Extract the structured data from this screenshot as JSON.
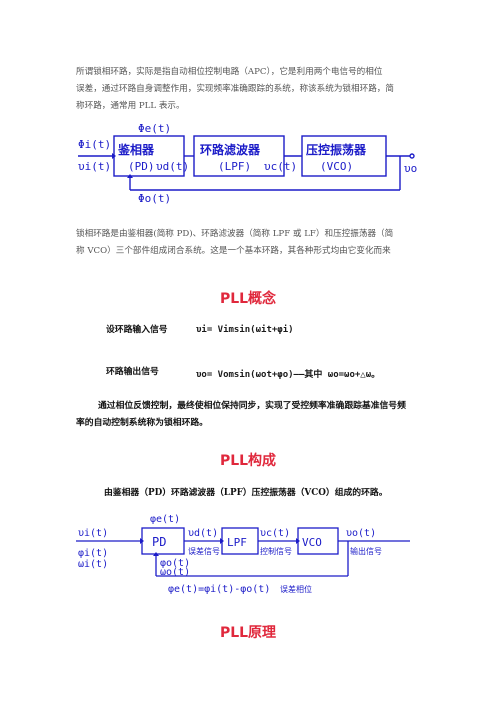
{
  "intro": {
    "line1": "所谓锁相环路，实际是指自动相位控制电路（APC），它是利用两个电信号的相位",
    "line2": "误差，通过环路自身调整作用，实现频率准确跟踪的系统，称该系统为锁相环路，简",
    "line3": "称环路，通常用 PLL 表示。"
  },
  "diagram1": {
    "in_phi": "Φi(t)",
    "in_v": "υi(t)",
    "top_phi": "Φe(t)",
    "pd_name": "鉴相器",
    "pd_abbr": "(PD)",
    "vd": "υd(t)",
    "lpf_name": "环路滤波器",
    "lpf_abbr": "(LPF)",
    "vc": "υc(t)",
    "vco_name": "压控振荡器",
    "vco_abbr": "(VCO)",
    "out_v": "υo",
    "fb_phi": "Φo(t)"
  },
  "desc": {
    "line1": "锁相环路是由鉴相器(简称 PD)、环路滤波器（简称 LPF 或 LF）和压控振荡器（简",
    "line2": "称 VCO）三个部件组成闭合系统。这是一个基本环路，其各种形式均由它变化而来"
  },
  "section1": {
    "title": "PLL概念",
    "input_label": "设环路输入信号",
    "input_formula": "υi= Vimsin(ωit+φi)",
    "output_label": "环路输出信号",
    "output_formula": "υo= Vomsin(ωot+φo)——其中 ωo=ωo+△ω。",
    "summary_line1": "通过相位反馈控制，最终使相位保持同步，实现了受控频率准确跟踪基准信号频",
    "summary_line2": "率的自动控制系统称为锁相环路。"
  },
  "section2": {
    "title": "PLL构成",
    "composition": "由鉴相器（PD）环路滤波器（LPF）压控振荡器（VCO）组成的环路。"
  },
  "diagram2": {
    "vi": "υi(t)",
    "phi_i": "φi(t)",
    "omega_i": "ωi(t)",
    "phi_e_top": "φe(t)",
    "pd": "PD",
    "vd": "υd(t)",
    "vd_desc": "误差信号",
    "lpf": "LPF",
    "vc": "υc(t)",
    "vc_desc": "控制信号",
    "vco": "VCO",
    "vo": "υo(t)",
    "vo_desc": "输出信号",
    "phi_o": "φo(t)",
    "omega_o": "ωo(t)",
    "equation": "φe(t)=φi(t)-φo(t)",
    "eq_desc": "误差相位"
  },
  "section3": {
    "title": "PLL原理"
  },
  "colors": {
    "heading": "#e0283c",
    "diagram": "#1c1cc8"
  }
}
